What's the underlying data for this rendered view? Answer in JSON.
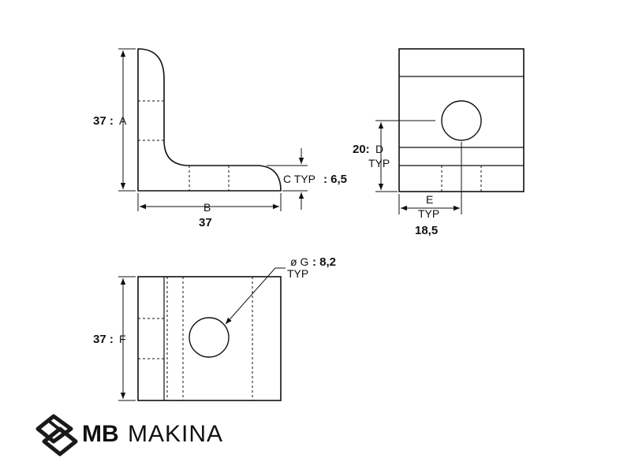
{
  "side_view": {
    "height_value": "37 :",
    "height_letter": "A",
    "width_letter": "B",
    "width_value": "37",
    "thickness_label": "C TYP",
    "thickness_value": ": 6,5"
  },
  "end_view": {
    "height_value": "20:",
    "height_letter": "D",
    "height_typ": "TYP",
    "offset_letter": "E",
    "offset_typ": "TYP",
    "offset_value": "18,5"
  },
  "top_view": {
    "height_value": "37 :",
    "height_letter": "F",
    "hole_label": "ø G",
    "hole_value": ": 8,2",
    "hole_typ": "TYP"
  },
  "brand": {
    "bold": "MB",
    "light": "MAKINA",
    "logo_icon": "mb-logo-icon"
  },
  "colors": {
    "line": "#111111",
    "background": "#ffffff"
  }
}
